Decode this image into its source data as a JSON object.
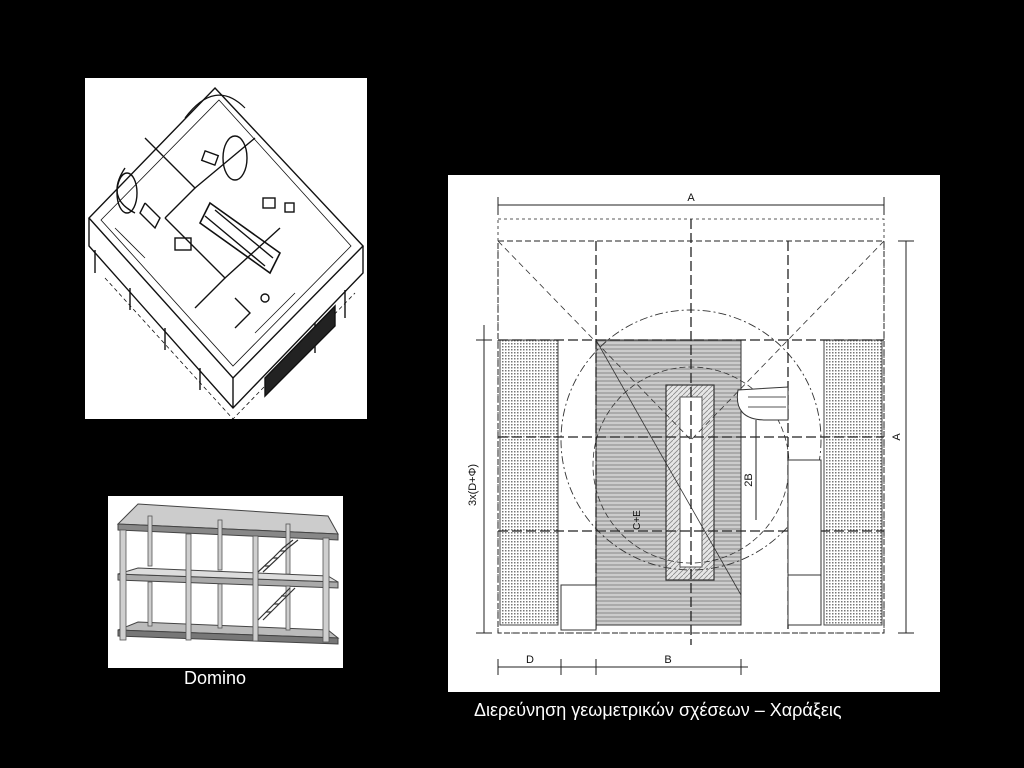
{
  "slide": {
    "background": "#000000",
    "text_color": "#ffffff"
  },
  "figures": {
    "domino": {
      "caption": "Domino"
    },
    "plan": {
      "caption": "Διερεύνηση γεωμετρικών σχέσεων – Χαράξεις",
      "labels": {
        "top_dim": "A",
        "right_dim": "A",
        "left_dim": "3x(D+Φ)",
        "bottom_d": "D",
        "bottom_b": "B",
        "center_2b": "2B",
        "stair_label": "C+E"
      }
    }
  }
}
